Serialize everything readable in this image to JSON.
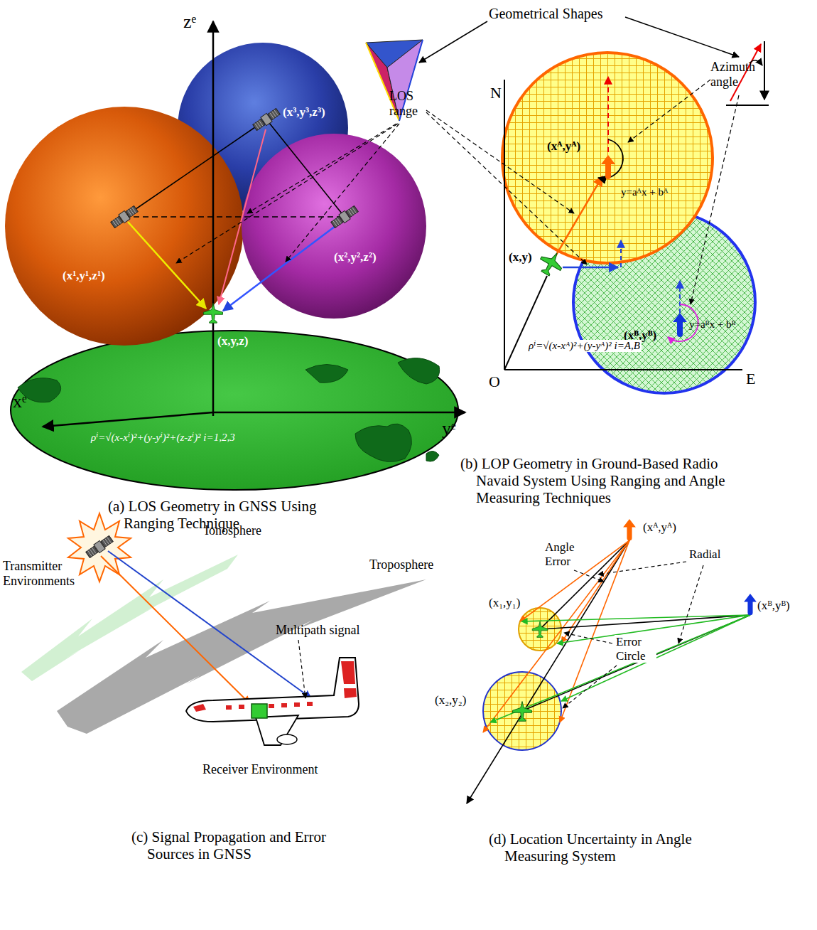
{
  "diagram": {
    "nodes": [
      {
        "text": [
          "(x³,y³,z³)"
        ]
      },
      {
        "text": [
          "(x¹,y¹,z¹)"
        ]
      },
      {
        "text": [
          "(x²,y²,z²)"
        ]
      },
      {
        "text": [
          "(xᴬ,yᴬ)",
          "y=aᴬx + bᴬ"
        ]
      },
      {
        "text": [
          "(xᴮ,yᴮ)",
          "y=aᴮx + bᴮ"
        ]
      }
    ],
    "labels": [
      "Geometrical Shapes",
      "zᵉ",
      "LOS range",
      "N",
      "Azimuth angle",
      "(x,y,z)",
      "yᵉ",
      "(x,y)",
      "ρⁱ=√(x-xⁱ)²+(y-yⁱ)²+(z-zⁱ)² i=1,2,3",
      "ρⁱ=√(x-xᴬ)²+(y-yᴬ)² i=A,B",
      "O",
      "E",
      "xᵉ",
      "(b) LOP Geometry in Ground-Based Radio Navaid System Using Ranging and Angle Measuring Techniques",
      "(a) LOS Geometry in GNSS Using Ranging Technique",
      "Transmitter Environments",
      "Ionosphere",
      "Troposphere",
      "Multipath signal",
      "Receiver Environment",
      "(c) Signal Propagation and Error Sources in GNSS",
      "(xᴬ,yᴬ)",
      "Angle Error",
      "Radial",
      "(xᴮ,yᴮ)",
      "(x₁,y₁)",
      "Error Circle",
      "(x₂,y₂)",
      "(d) Location Uncertainty in Angle Measuring System"
    ]
  }
}
